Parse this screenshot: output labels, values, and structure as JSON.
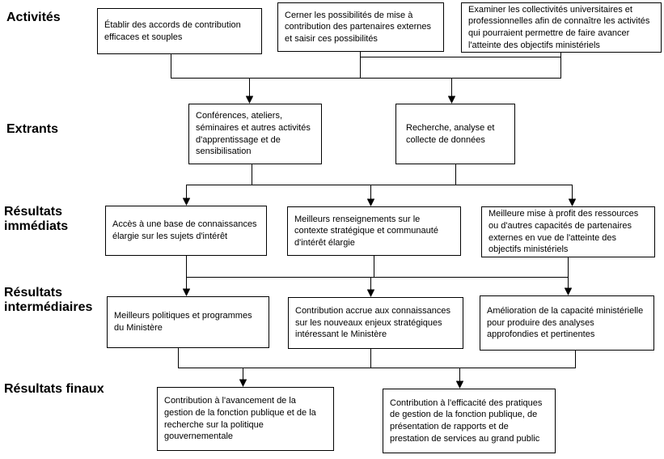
{
  "diagram": {
    "type": "logic-model-flowchart",
    "language": "fr",
    "labels": {
      "activites": "Activités",
      "extrants": "Extrants",
      "resultats_immediats": "Résultats immédiats",
      "resultats_intermediaires": "Résultats intermédiaires",
      "resultats_finaux": "Résultats finaux"
    },
    "boxes": {
      "a1": "Établir des accords de contribution efficaces et souples",
      "a2": "Cerner les possibilités de mise à contribution des partenaires externes et saisir ces possibilités",
      "a3": "Examiner les collectivités universitaires et professionnelles afin de connaître les activités qui pourraient permettre de faire avancer l'atteinte des objectifs ministériels",
      "e1": "Conférences, ateliers, séminaires et autres activités d'apprentissage et de sensibilisation",
      "e2": "Recherche, analyse et collecte de données",
      "ri1": "Accès à une base de connaissances élargie sur les sujets d'intérêt",
      "ri2": "Meilleurs renseignements sur le contexte stratégique et communauté d'intérêt élargie",
      "ri3": "Meilleure mise à profit des ressources ou d'autres capacités de partenaires externes en vue de l'atteinte des objectifs ministériels",
      "rint1": "Meilleurs politiques et programmes du Ministère",
      "rint2": "Contribution accrue aux connaissances sur les nouveaux enjeux stratégiques intéressant le Ministère",
      "rint3": "Amélioration de la capacité ministérielle pour produire des analyses approfondies et pertinentes",
      "f1": "Contribution à l'avancement de la gestion de la fonction publique et de la recherche sur la politique gouvernementale",
      "f2": "Contribution à l'efficacité des pratiques de gestion de la fonction publique, de présentation de rapports et de prestation de services au grand public"
    },
    "colors": {
      "line": "#000000",
      "box_border": "#000000",
      "box_fill": "#ffffff",
      "text": "#000000",
      "background": "#ffffff"
    }
  }
}
